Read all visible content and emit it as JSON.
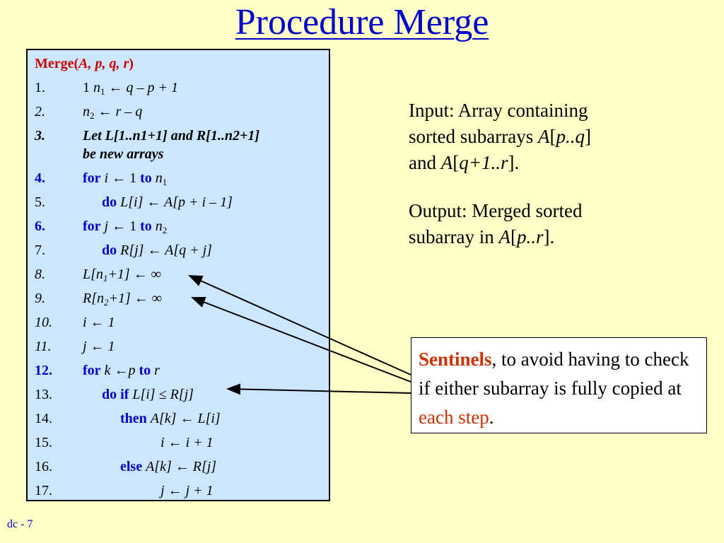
{
  "title": "Procedure Merge",
  "code": {
    "head_name": "Merge(",
    "head_args": "A, p, q, r",
    "head_close": ")"
  },
  "lines": [
    {
      "num": "1.",
      "kw1": "",
      "pre": "1  ",
      "var": "n",
      "sub": "1",
      "post": " ← q – p + 1"
    },
    {
      "num": "2.",
      "var": "n",
      "sub": "2",
      "post": " ← r – q"
    },
    {
      "num": "3.",
      "text": "Let L[1..n1+1] and R[1..n2+1]",
      "cont": "be new arrays"
    },
    {
      "num": "4.",
      "kw_for": "for",
      "var": "i",
      "arrow": " ← 1 ",
      "kw_to": "to",
      "n": "n",
      "nsub": "1"
    },
    {
      "num": "5.",
      "kw_do": "do",
      "text": "L[i] ← A[p + i – 1]"
    },
    {
      "num": "6.",
      "kw_for": "for",
      "var": "j",
      "arrow": " ← 1 ",
      "kw_to": "to",
      "n": "n",
      "nsub": "2"
    },
    {
      "num": "7.",
      "kw_do": "do",
      "text": "R[j] ← A[q + j]"
    },
    {
      "num": "8.",
      "pre": "L[n",
      "sub": "1",
      "post": "+1] ← ∞"
    },
    {
      "num": "9.",
      "pre": "R[n",
      "sub": "2",
      "post": "+1] ← ∞"
    },
    {
      "num": "10.",
      "text": "i ← 1"
    },
    {
      "num": "11.",
      "text": "j ← 1"
    },
    {
      "num": "12.",
      "kw_for": "for",
      "var": "k",
      "arrow": " ←p ",
      "kw_to": "to",
      "n": "r"
    },
    {
      "num": "13.",
      "kw_do": "do if",
      "text": "L[i] ≤ R[j]"
    },
    {
      "num": "14.",
      "kw_then": "then",
      "text": "A[k] ← L[i]"
    },
    {
      "num": "15.",
      "text": "i ← i + 1"
    },
    {
      "num": "16.",
      "kw_else": "else",
      "text": "A[k] ← R[j]"
    },
    {
      "num": "17.",
      "text": "j ← j + 1"
    }
  ],
  "input": {
    "l1": "Input: Array containing",
    "l2a": "sorted subarrays ",
    "l2b": "A",
    "l2c": "[",
    "l2d": "p..q",
    "l2e": "]",
    "l3a": "and ",
    "l3b": "A",
    "l3c": "[",
    "l3d": "q+1..r",
    "l3e": "]."
  },
  "output": {
    "l1": "Output: Merged sorted",
    "l2a": "subarray in ",
    "l2b": "A",
    "l2c": "[",
    "l2d": "p..r",
    "l2e": "]."
  },
  "note": {
    "bold": "Sentinels",
    "text1": ", to avoid having to check if either subarray is fully copied at ",
    "red": "each step",
    "text2": "."
  },
  "footer": "dc - 7",
  "colors": {
    "title": "#0000CC",
    "keyword": "#0000CC",
    "header": "#CC0000",
    "accent": "#CC3300",
    "code_bg": "#CCE6FF",
    "page_bg": "#FFFFC8"
  }
}
